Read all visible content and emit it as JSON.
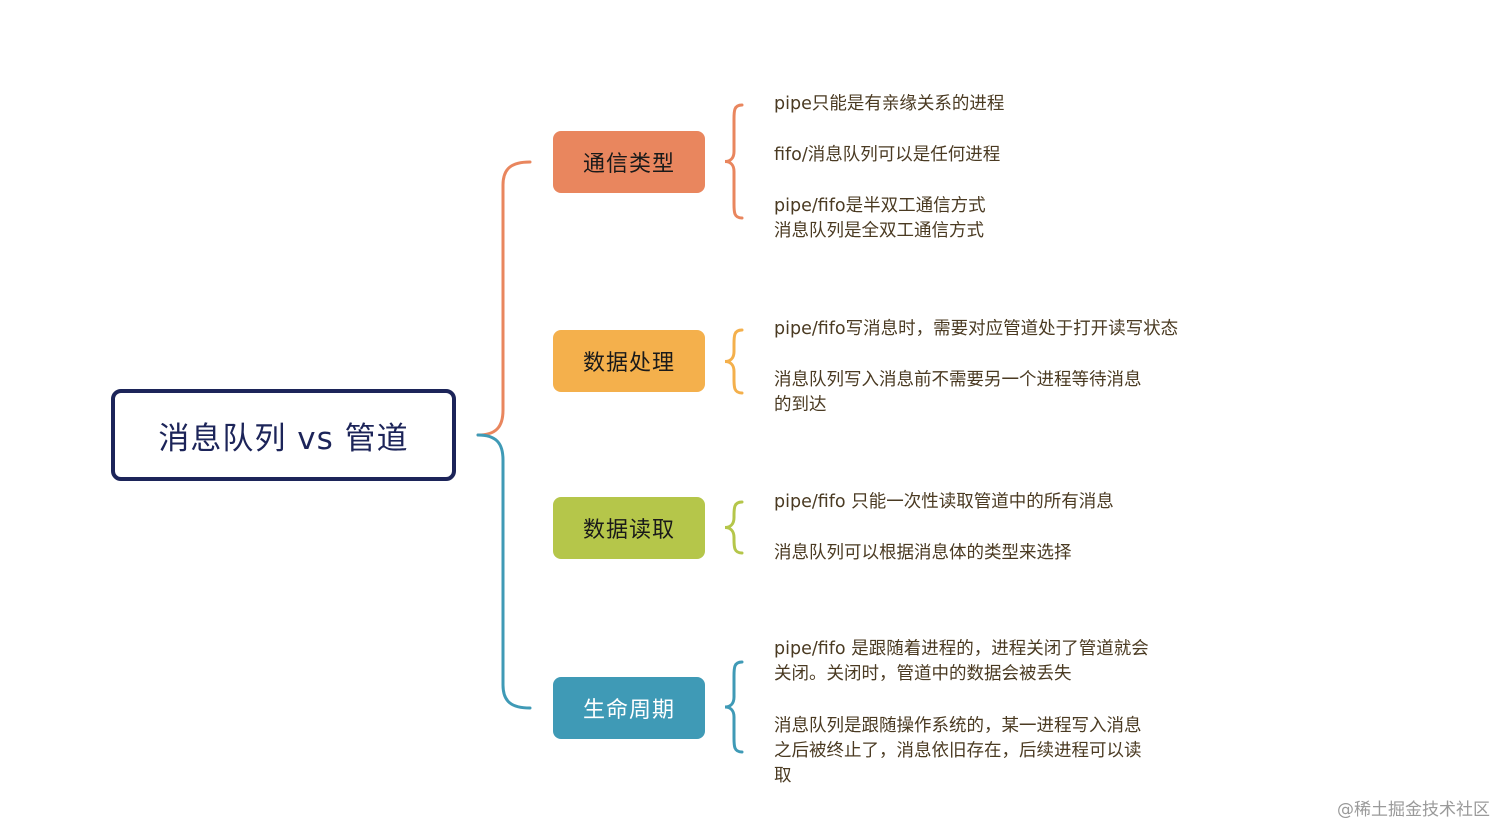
{
  "root": {
    "label": "消息队列 vs 管道",
    "color": "#1c2459"
  },
  "branches": [
    {
      "label": "通信类型",
      "color": "#e9865e",
      "text_color": "#1a1a1a",
      "leaves": [
        "pipe只能是有亲缘关系的进程",
        "fifo/消息队列可以是任何进程",
        "pipe/fifo是半双工通信方式\n消息队列是全双工通信方式"
      ]
    },
    {
      "label": "数据处理",
      "color": "#f4b04c",
      "text_color": "#1a1a1a",
      "leaves": [
        "pipe/fifo写消息时，需要对应管道处于打开读写状态",
        "消息队列写入消息前不需要另一个进程等待消息\n的到达"
      ]
    },
    {
      "label": "数据读取",
      "color": "#b5c64a",
      "text_color": "#1a1a1a",
      "leaves": [
        "pipe/fifo 只能一次性读取管道中的所有消息",
        "消息队列可以根据消息体的类型来选择"
      ]
    },
    {
      "label": "生命周期",
      "color": "#3f9ab6",
      "text_color": "#ffffff",
      "leaves": [
        "pipe/fifo 是跟随着进程的，进程关闭了管道就会\n关闭。关闭时，管道中的数据会被丢失",
        "消息队列是跟随操作系统的，某一进程写入消息\n之后被终止了，消息依旧存在，后续进程可以读\n取"
      ]
    }
  ],
  "watermark": "@稀土掘金技术社区"
}
